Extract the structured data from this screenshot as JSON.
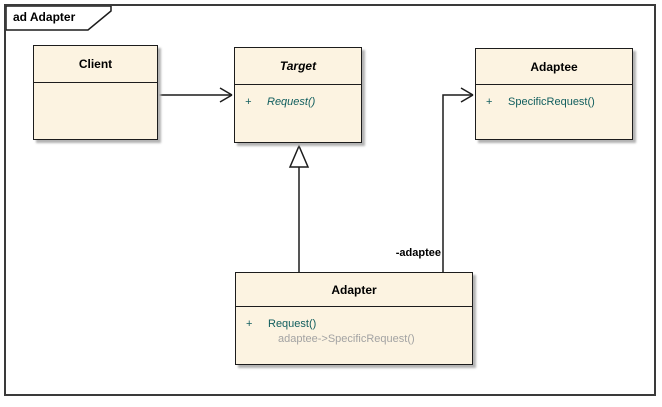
{
  "frame": {
    "label": "ad Adapter"
  },
  "colors": {
    "box_fill": "#fcf3e1",
    "box_border": "#1c1c1c",
    "method_text": "#115e5e",
    "note_text": "#a3a3a3",
    "frame_border": "#3a3a3a",
    "shadow": "#b3b3b3"
  },
  "classes": [
    {
      "name": "Client",
      "abstract": false,
      "methods": []
    },
    {
      "name": "Target",
      "abstract": true,
      "methods": [
        {
          "visibility": "+",
          "signature": "Request()",
          "italic": true
        }
      ]
    },
    {
      "name": "Adaptee",
      "abstract": false,
      "methods": [
        {
          "visibility": "+",
          "signature": "SpecificRequest()",
          "italic": false
        }
      ]
    },
    {
      "name": "Adapter",
      "abstract": false,
      "methods": [
        {
          "visibility": "+",
          "signature": "Request()",
          "italic": false
        }
      ],
      "note": "adaptee->SpecificRequest()"
    }
  ],
  "relationships": [
    {
      "type": "association",
      "from": "Client",
      "to": "Target",
      "label": ""
    },
    {
      "type": "generalization",
      "from": "Adapter",
      "to": "Target",
      "label": ""
    },
    {
      "type": "association",
      "from": "Adapter",
      "to": "Adaptee",
      "label": "-adaptee"
    }
  ]
}
